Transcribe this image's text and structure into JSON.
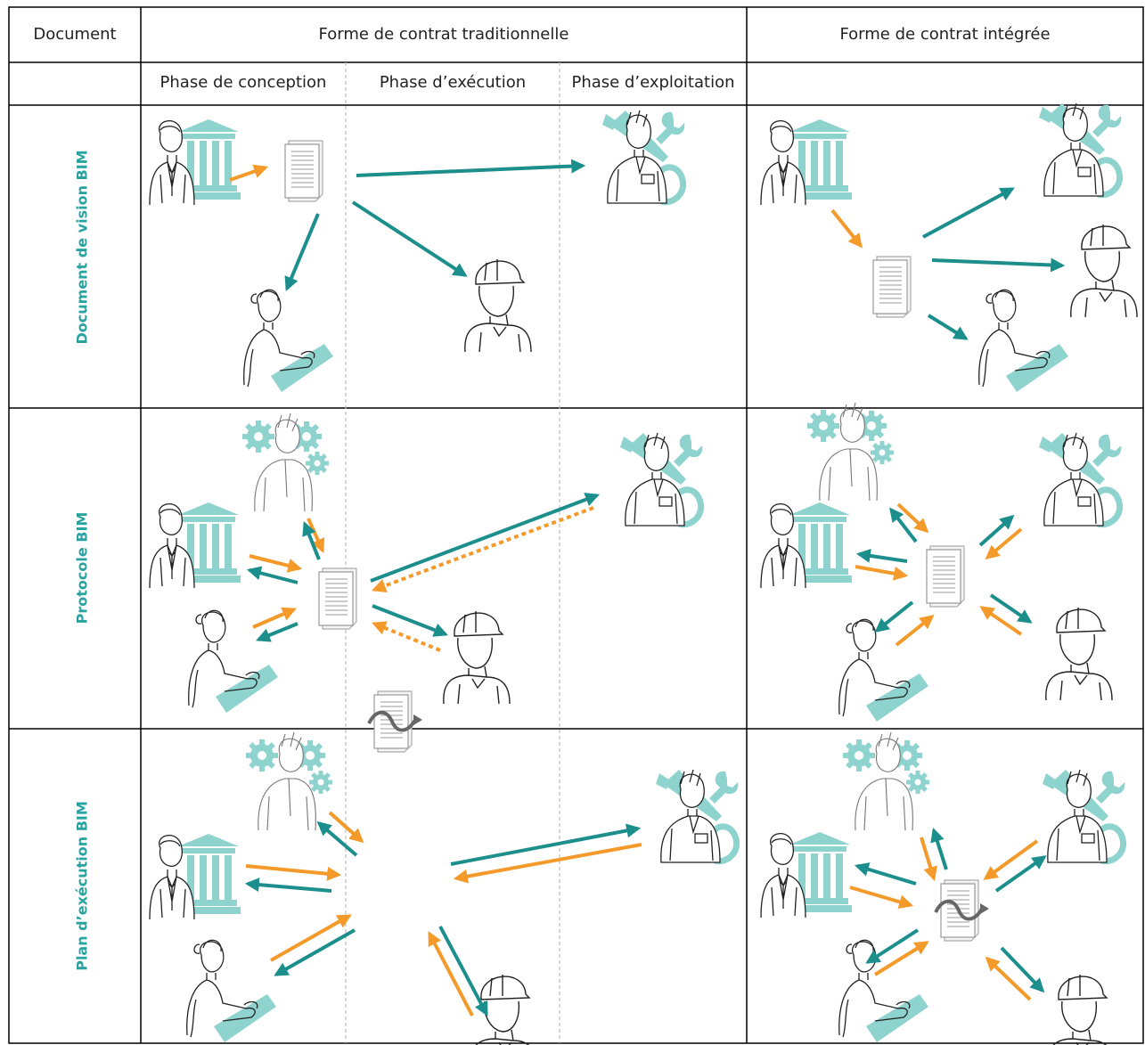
{
  "header": {
    "document": "Document",
    "traditional": "Forme de contrat traditionnelle",
    "integrated": "Forme de contrat intégrée"
  },
  "phases": [
    "Phase de conception",
    "Phase d’exécution",
    "Phase d’exploitation"
  ],
  "rows": [
    "Document de vision BIM",
    "Protocole BIM",
    "Plan d’exécution BIM"
  ],
  "colors": {
    "teal": "#1c8f8c",
    "orange": "#f39a2b",
    "figure_fill": "#8fd3cf",
    "label": "#2aa3a0",
    "border": "#000000",
    "phase_divider": "#bdbdbd"
  },
  "icons": [
    "client-figure",
    "document-icon",
    "designer-figure",
    "contractor-figure",
    "maintenance-figure",
    "engineer-figure",
    "plan-document-icon"
  ]
}
